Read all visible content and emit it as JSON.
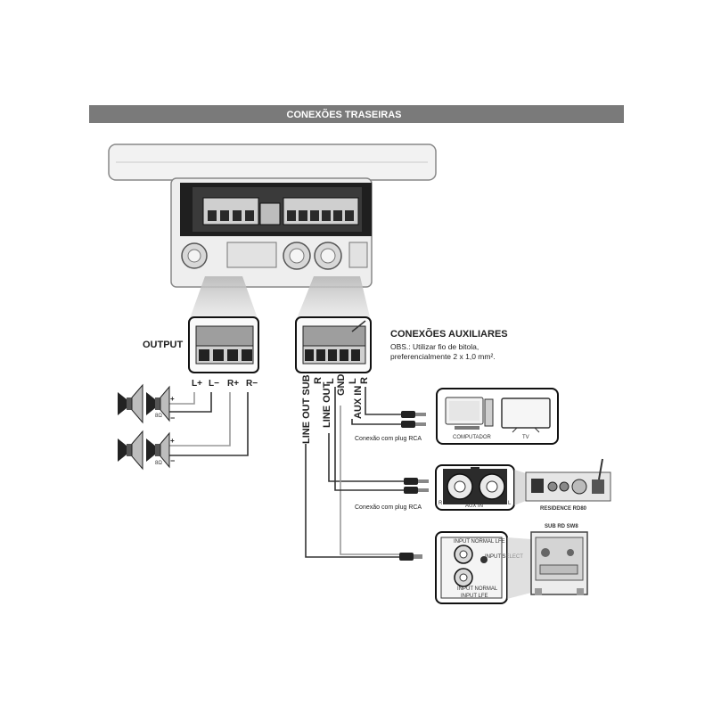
{
  "header": {
    "title": "CONEXÕES TRASEIRAS",
    "bar_color": "#7a7a7a"
  },
  "output": {
    "title": "OUTPUT",
    "terminals": [
      "L+",
      "L−",
      "R+",
      "R−"
    ],
    "speaker_impedance": "8Ω",
    "plus": "+",
    "minus": "−"
  },
  "aux": {
    "title": "CONEXÕES AUXILIARES",
    "note_line1": "OBS.: Utilizar fio de bitola,",
    "note_line2": "preferencialmente 2 x 1,0 mm².",
    "terminals": [
      "R",
      "L",
      "GND",
      "L",
      "R"
    ],
    "line_out_sub": "LINE OUT SUB",
    "line_out": "LINE OUT",
    "aux_in": "AUX IN"
  },
  "rca_caption_1": "Conexão com plug RCA",
  "rca_caption_2": "Conexão com plug RCA",
  "devices": {
    "computer": "COMPUTADOR",
    "tv": "TV",
    "aux_in_label": "AUX IN",
    "r": "R",
    "l": "L",
    "residence": "RESIDENCE RD80",
    "sub_title": "SUB RD SW8",
    "input_normal_lfe": "INPUT NORMAL LFE",
    "input_select": "INPUT SELECT",
    "input_normal": "INPUT NORMAL",
    "input_lfe": "INPUT LFE"
  }
}
